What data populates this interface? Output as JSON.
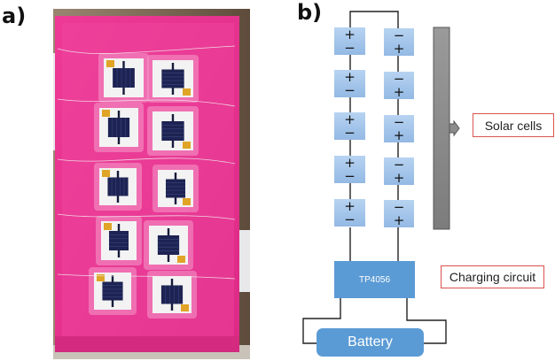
{
  "panels": {
    "a": {
      "label": "a)",
      "description": "Photograph of pink 3D-printed tray holding ten small solar cells wired together"
    },
    "b": {
      "label": "b)",
      "description": "Circuit schematic of solar cells connected to charging circuit and battery"
    }
  },
  "photo": {
    "tray_color": "#e8318f",
    "background_color": "#8a7762",
    "cell_count": 10,
    "columns": 2,
    "rows": 5
  },
  "diagram": {
    "colors": {
      "cell_fill": "#a9c8ec",
      "wire": "#222222",
      "bar_fill": "#8c8c8c",
      "chip_fill": "#5b9bd5",
      "label_border": "#d9534f"
    },
    "left_column": [
      {
        "top": "+",
        "bottom": "−"
      },
      {
        "top": "+",
        "bottom": "−"
      },
      {
        "top": "+",
        "bottom": "−"
      },
      {
        "top": "+",
        "bottom": "−"
      },
      {
        "top": "+",
        "bottom": "−"
      }
    ],
    "right_column": [
      {
        "top": "−",
        "bottom": "+"
      },
      {
        "top": "−",
        "bottom": "+"
      },
      {
        "top": "−",
        "bottom": "+"
      },
      {
        "top": "−",
        "bottom": "+"
      },
      {
        "top": "−",
        "bottom": "+"
      }
    ],
    "solar_cells_label": "Solar cells",
    "charging_chip": "TP4056",
    "charging_circuit_label": "Charging circuit",
    "battery_label": "Battery"
  }
}
